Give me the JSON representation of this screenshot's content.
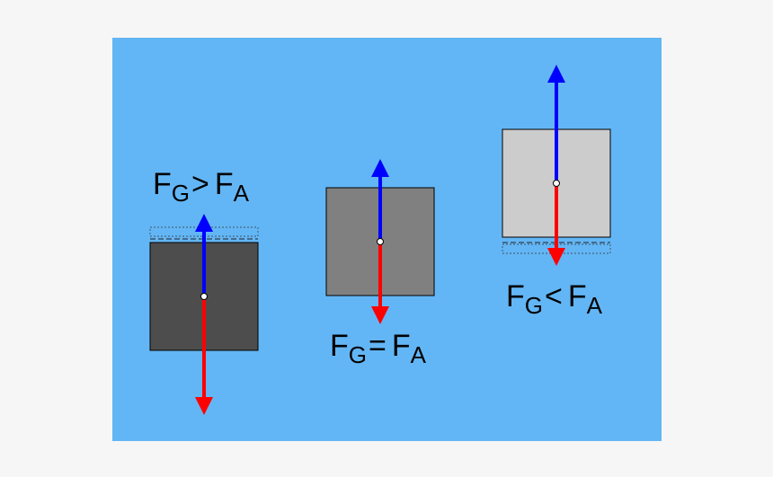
{
  "colors": {
    "page_background": "#f6f6f6",
    "water": "#63b6f5",
    "block_sinking": "#4d4d4d",
    "block_floating_neutral": "#808080",
    "block_rising": "#cccccc",
    "gravity_arrow": "#ff0000",
    "buoyancy_arrow": "#0000ff",
    "outline": "#000000"
  },
  "cases": [
    {
      "name": "sinking",
      "relation": ">",
      "left_symbol": "F",
      "left_subscript": "G",
      "right_symbol": "F",
      "right_subscript": "A"
    },
    {
      "name": "floating",
      "relation": "=",
      "left_symbol": "F",
      "left_subscript": "G",
      "right_symbol": "F",
      "right_subscript": "A"
    },
    {
      "name": "rising",
      "relation": "<",
      "left_symbol": "F",
      "left_subscript": "G",
      "right_symbol": "F",
      "right_subscript": "A"
    }
  ]
}
